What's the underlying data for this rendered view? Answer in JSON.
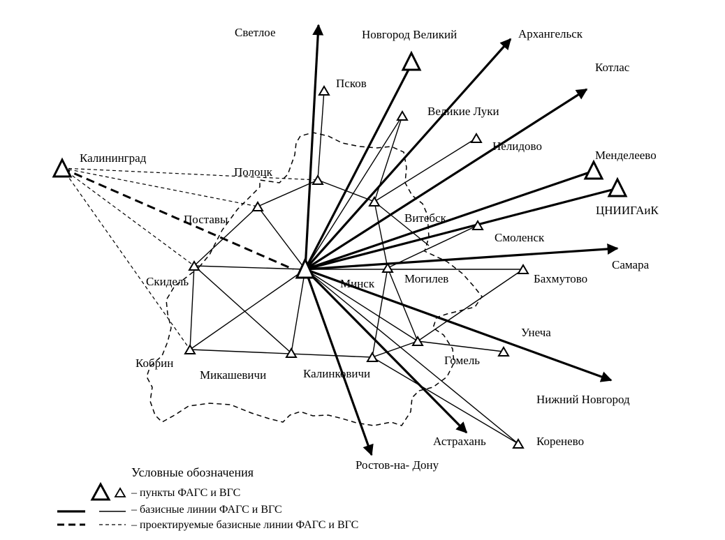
{
  "labels": {
    "svetloe": "Светлое",
    "novgorod": "Новгород Великий",
    "arkhangelsk": "Архангельск",
    "pskov": "Псков",
    "kotlas": "Котлас",
    "velikie_luki": "Великие Луки",
    "nelidovo": "Нелидово",
    "kaliningrad": "Калининград",
    "mendeleevo": "Менделеево",
    "polotsk": "Полоцк",
    "tsniigaik": "ЦНИИГАиК",
    "postavy": "Поставы",
    "vitebsk": "Витебск",
    "smolensk": "Смоленск",
    "samara": "Самара",
    "skidel": "Скидель",
    "minsk": "Минск",
    "mogilev": "Могилев",
    "bakhmutovo": "Бахмутово",
    "unecha": "Унеча",
    "kobrin": "Кобрин",
    "gomel": "Гомель",
    "mikashevichi": "Микашевичи",
    "kalinkovichi": "Калинковичи",
    "nizhny": "Нижний Новгород",
    "astrakhan": "Астрахань",
    "korenevo": "Коренево",
    "rostov": "Ростов-на- Дону"
  },
  "legend": {
    "title": "Условные обозначения",
    "points": "– пункты ФАГС и ВГС",
    "baselines": "– базисные линии ФАГС и ВГС",
    "projected": "– проектируемые базисные линии ФАГС и ВГС"
  }
}
